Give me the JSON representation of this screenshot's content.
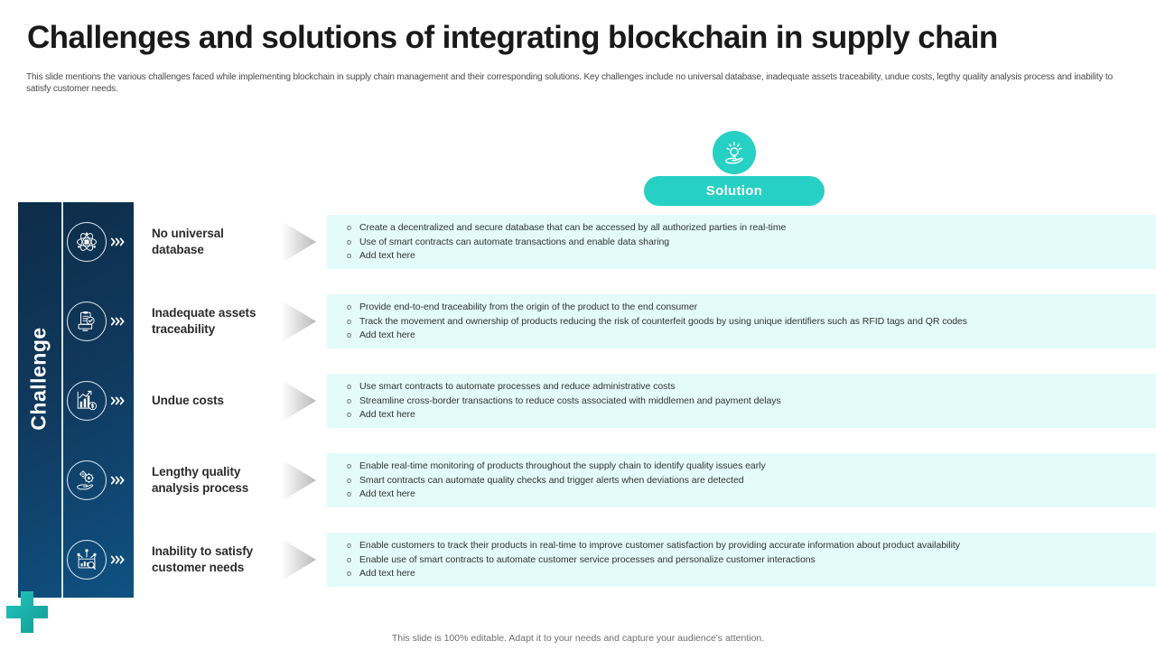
{
  "header": {
    "title": "Challenges and solutions of integrating blockchain in supply chain",
    "subtitle": "This slide mentions the various challenges faced while implementing blockchain in supply chain management and their corresponding solutions. Key challenges include no universal database, inadequate assets traceability, undue costs, legthy quality analysis process and inability to satisfy customer needs."
  },
  "solution_header": {
    "label": "Solution",
    "icon": "hand-lightbulb-icon",
    "color": "#27d0c4"
  },
  "challenge_panel": {
    "label": "Challenge",
    "gradient_from": "#0d2d49",
    "gradient_to": "#0f5283"
  },
  "rows": [
    {
      "icon": "atom-molecule-icon",
      "challenge": "No universal database",
      "solutions": [
        "Create a decentralized and secure database that can be accessed by all authorized parties in real-time",
        "Use of smart contracts can automate transactions and enable data sharing",
        "Add text here"
      ]
    },
    {
      "icon": "clipboard-check-monitor-icon",
      "challenge": "Inadequate assets traceability",
      "solutions": [
        "Provide end-to-end traceability from the origin of the product to the end consumer",
        "Track the movement and ownership of products reducing the risk of counterfeit goods by using unique identifiers such as RFID tags and QR codes",
        "Add text here"
      ]
    },
    {
      "icon": "bar-chart-dollar-icon",
      "challenge": "Undue costs",
      "solutions": [
        "Use smart contracts to automate processes and reduce administrative costs",
        "Streamline cross-border transactions to reduce costs associated with middlemen and payment delays",
        "Add text here"
      ]
    },
    {
      "icon": "hand-gears-icon",
      "challenge": "Lengthy quality analysis process",
      "solutions": [
        "Enable real-time monitoring of products throughout the supply chain to identify quality issues early",
        "Smart contracts can automate quality checks and trigger alerts when deviations are detected",
        "Add text here"
      ]
    },
    {
      "icon": "network-analytics-search-icon",
      "challenge": "Inability to satisfy customer needs",
      "solutions": [
        "Enable customers to track their products in real-time to improve customer satisfaction by providing accurate information about product availability",
        "Enable use of smart contracts to automate customer service processes and personalize customer interactions",
        "Add text here"
      ]
    }
  ],
  "bullet_mark": "o",
  "footer": {
    "text": "This slide is 100% editable. Adapt it to your needs and capture your audience's attention."
  },
  "decoration": {
    "plus_color": "#1fb8b0"
  }
}
